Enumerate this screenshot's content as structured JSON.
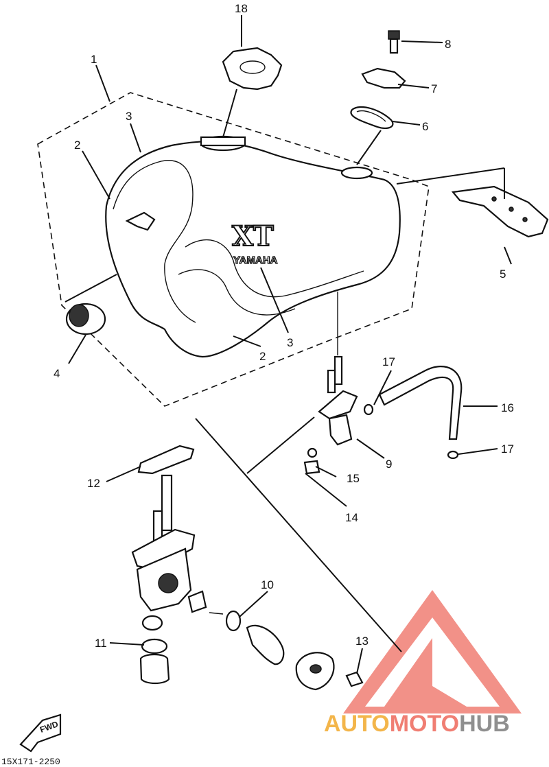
{
  "diagram": {
    "reference_code": "15X171-2250",
    "fwd_label": "FWD",
    "tank_brand": "XT",
    "tank_sub_brand": "YAMAHA",
    "watermark": {
      "auto": "AUTO",
      "moto": "MOTO",
      "hub": "HUB",
      "colors": {
        "auto": "#f3b54a",
        "moto": "#f07e73",
        "hub": "#8f8f8f",
        "triangle": "#f07e73"
      }
    },
    "callouts": [
      {
        "id": "c1",
        "text": "1"
      },
      {
        "id": "c2a",
        "text": "2"
      },
      {
        "id": "c2b",
        "text": "2"
      },
      {
        "id": "c3a",
        "text": "3"
      },
      {
        "id": "c3b",
        "text": "3"
      },
      {
        "id": "c4",
        "text": "4"
      },
      {
        "id": "c5",
        "text": "5"
      },
      {
        "id": "c6",
        "text": "6"
      },
      {
        "id": "c7",
        "text": "7"
      },
      {
        "id": "c8",
        "text": "8"
      },
      {
        "id": "c9",
        "text": "9"
      },
      {
        "id": "c10",
        "text": "10"
      },
      {
        "id": "c11",
        "text": "11"
      },
      {
        "id": "c12",
        "text": "12"
      },
      {
        "id": "c13",
        "text": "13"
      },
      {
        "id": "c14",
        "text": "14"
      },
      {
        "id": "c15",
        "text": "15"
      },
      {
        "id": "c16",
        "text": "16"
      },
      {
        "id": "c17a",
        "text": "17"
      },
      {
        "id": "c17b",
        "text": "17"
      },
      {
        "id": "c18",
        "text": "18"
      }
    ]
  }
}
